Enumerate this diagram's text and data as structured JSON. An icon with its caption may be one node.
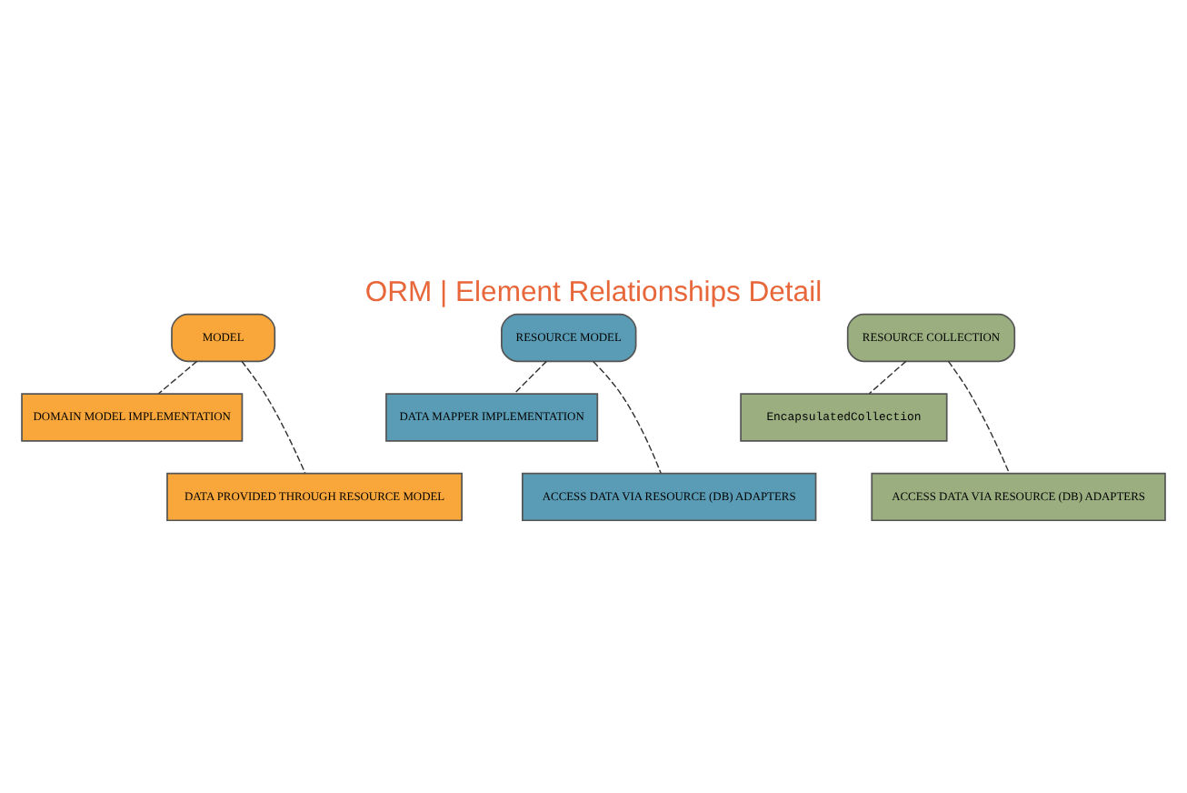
{
  "diagram": {
    "title": "ORM | Element Relationships Detail",
    "nodes": [
      {
        "text": [
          "MODEL"
        ]
      },
      {
        "text": [
          "DOMAIN MODEL IMPLEMENTATION"
        ]
      },
      {
        "text": [
          "DATA PROVIDED THROUGH RESOURCE MODEL"
        ]
      },
      {
        "text": [
          "RESOURCE MODEL"
        ]
      },
      {
        "text": [
          "DATA MAPPER IMPLEMENTATION"
        ]
      },
      {
        "text": [
          "ACCESS DATA VIA RESOURCE (DB) ADAPTERS"
        ]
      },
      {
        "text": [
          "RESOURCE COLLECTION"
        ]
      },
      {
        "text": [
          "EncapsulatedCollection"
        ]
      },
      {
        "text": [
          "ACCESS DATA VIA RESOURCE (DB) ADAPTERS"
        ]
      }
    ],
    "edges": [
      {
        "from": 0,
        "to": 1,
        "arrow": "none",
        "style": "dashed"
      },
      {
        "from": 0,
        "to": 2,
        "arrow": "none",
        "style": "dashed"
      },
      {
        "from": 3,
        "to": 4,
        "arrow": "none",
        "style": "dashed"
      },
      {
        "from": 3,
        "to": 5,
        "arrow": "none",
        "style": "dashed"
      },
      {
        "from": 6,
        "to": 7,
        "arrow": "none",
        "style": "dashed"
      },
      {
        "from": 6,
        "to": 8,
        "arrow": "none",
        "style": "dashed"
      }
    ]
  }
}
